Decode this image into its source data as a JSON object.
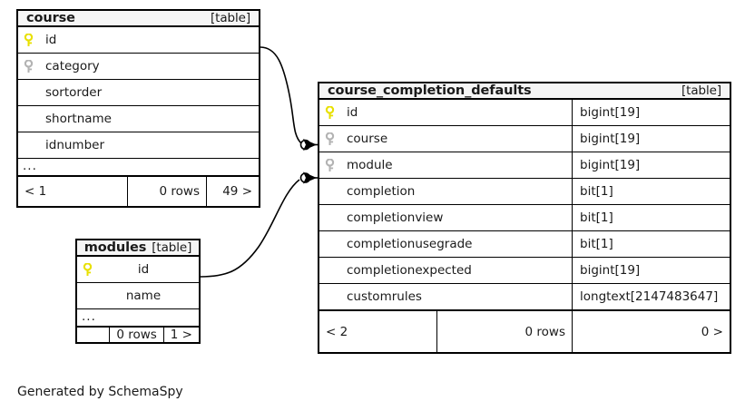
{
  "diagram": {
    "caption": "Generated by SchemaSpy",
    "table_tag": "[table]",
    "ellipsis": "...",
    "pk_icon": "key-icon-primary",
    "fk_icon": "key-icon-foreign",
    "colors": {
      "primary_key": "#e8e000",
      "foreign_key": "#b3b3b3",
      "header_bg": "#f5f5f5",
      "border": "#000000",
      "background": "#ffffff",
      "text": "#1a1a1a"
    }
  },
  "tables": {
    "course": {
      "name": "course",
      "tag": "[table]",
      "columns": [
        {
          "name": "id",
          "key": "primary"
        },
        {
          "name": "category",
          "key": "foreign"
        },
        {
          "name": "sortorder",
          "key": "none"
        },
        {
          "name": "shortname",
          "key": "none"
        },
        {
          "name": "idnumber",
          "key": "none"
        }
      ],
      "has_more": true,
      "footer": {
        "left": "< 1",
        "middle": "0 rows",
        "right": "49 >"
      }
    },
    "modules": {
      "name": "modules",
      "tag": "[table]",
      "columns": [
        {
          "name": "id",
          "key": "primary"
        },
        {
          "name": "name",
          "key": "none"
        }
      ],
      "has_more": true,
      "footer": {
        "left": "",
        "middle": "0 rows",
        "right": "1 >"
      }
    },
    "course_completion_defaults": {
      "name": "course_completion_defaults",
      "tag": "[table]",
      "columns": [
        {
          "name": "id",
          "type": "bigint[19]",
          "key": "primary"
        },
        {
          "name": "course",
          "type": "bigint[19]",
          "key": "foreign"
        },
        {
          "name": "module",
          "type": "bigint[19]",
          "key": "foreign"
        },
        {
          "name": "completion",
          "type": "bit[1]",
          "key": "none"
        },
        {
          "name": "completionview",
          "type": "bit[1]",
          "key": "none"
        },
        {
          "name": "completionusegrade",
          "type": "bit[1]",
          "key": "none"
        },
        {
          "name": "completionexpected",
          "type": "bigint[19]",
          "key": "none"
        },
        {
          "name": "customrules",
          "type": "longtext[2147483647]",
          "key": "none"
        }
      ],
      "has_more": false,
      "footer": {
        "left": "< 2",
        "middle": "0 rows",
        "right": "0 >"
      }
    }
  },
  "relationships": [
    {
      "name": "course-to-course_completion_defaults-course",
      "from": "course.id",
      "to": "course_completion_defaults.course"
    },
    {
      "name": "modules-to-course_completion_defaults-module",
      "from": "modules.id",
      "to": "course_completion_defaults.module"
    }
  ]
}
